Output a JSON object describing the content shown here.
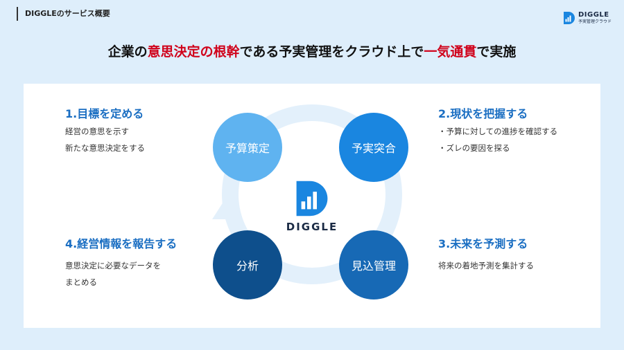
{
  "header": {
    "title": "DIGGLEのサービス概要"
  },
  "logo": {
    "brand": "DIGGLE",
    "sub": "予実管理クラウド"
  },
  "headline": {
    "p1": "企業の",
    "e1": "意思決定の根幹",
    "p2": "である予実管理をクラウド上で",
    "e2": "一気通貫",
    "p3": "で実施"
  },
  "steps": [
    {
      "title": "1.目標を定める",
      "lines": [
        "経営の意思を示す",
        "新たな意思決定をする"
      ]
    },
    {
      "title": "2.現状を把握する",
      "lines": [
        "・予算に対しての進捗を確認する",
        "・ズレの要因を探る"
      ]
    },
    {
      "title": "3.未来を予測する",
      "lines": [
        "将来の着地予測を集計する"
      ]
    },
    {
      "title": "4.経営情報を報告する",
      "lines": [
        "意思決定に必要なデータを",
        "まとめる"
      ]
    }
  ],
  "cycle": {
    "budget": "予算策定",
    "actual": "予実突合",
    "forecast": "見込管理",
    "analysis": "分析"
  },
  "center": {
    "brand": "DIGGLE"
  },
  "colors": {
    "light_blue": "#5fb3f0",
    "mid_blue": "#1a86e0",
    "blue": "#1769b5",
    "navy": "#0e4f8c",
    "accent_red": "#d0021b",
    "step_title": "#1a6ec2"
  }
}
